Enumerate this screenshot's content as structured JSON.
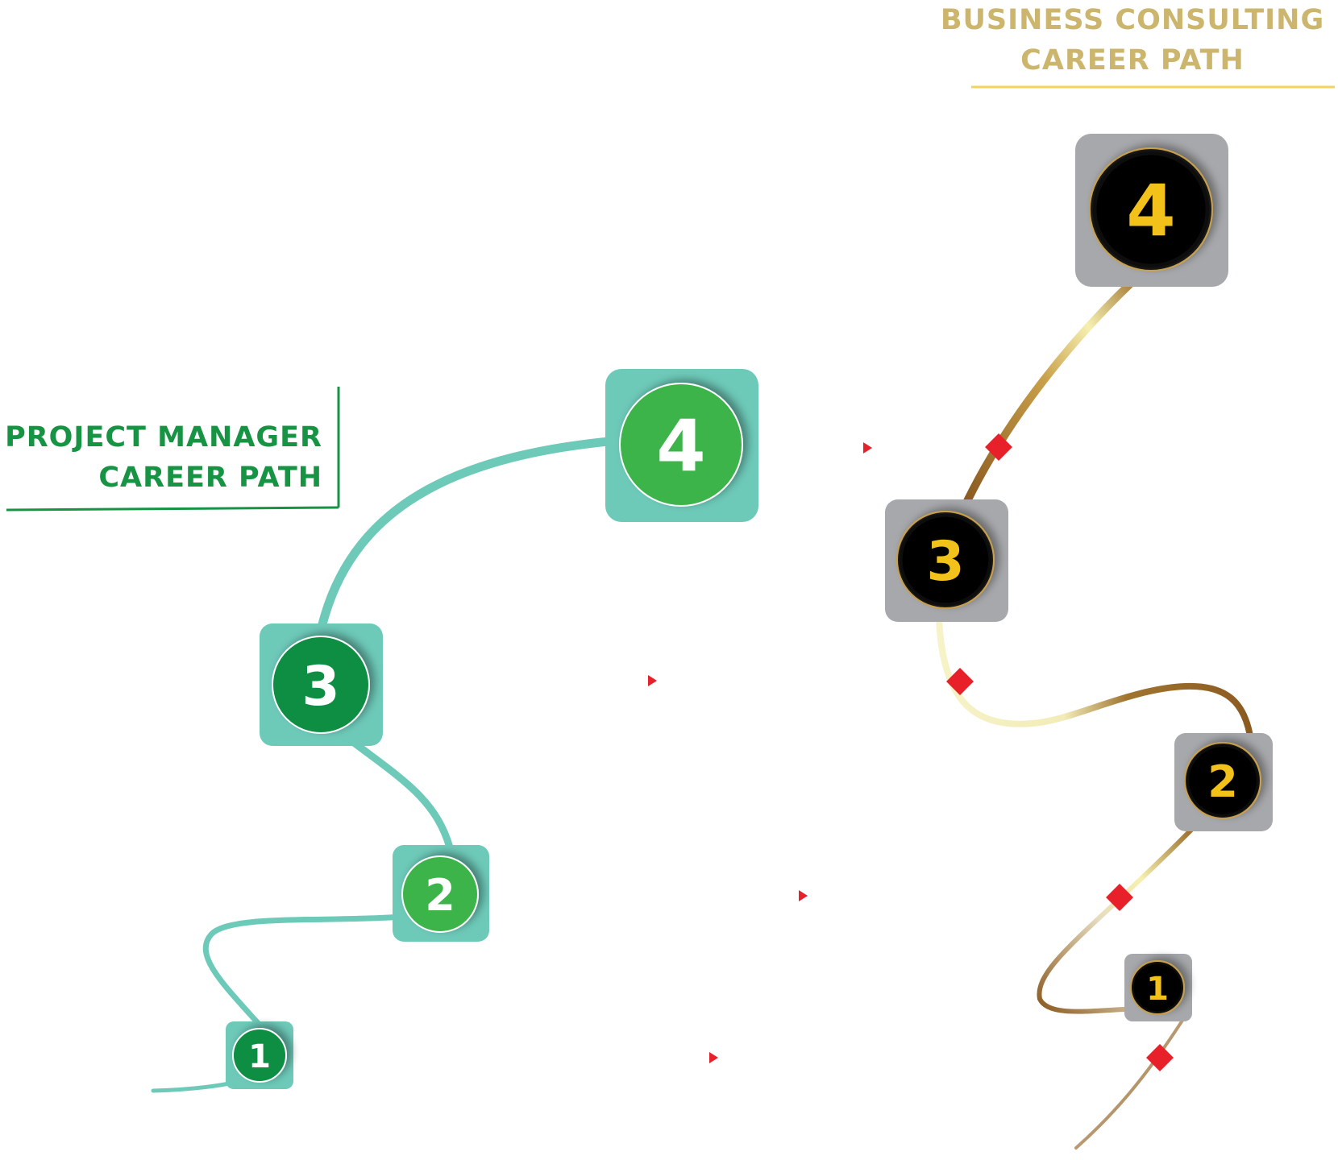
{
  "colors": {
    "pm_green_text": "#169444",
    "pm_teal": "#6DC9B8",
    "pm_green_dark": "#0F8E43",
    "pm_green_light": "#3CB44A",
    "bc_gold_text": "#CCB56C",
    "bc_gold_line": "#F2D45C",
    "bc_grey": "#A7A8AB",
    "bc_black": "#050505",
    "bc_number": "#F2C21B",
    "bc_brown": "#8B5A20",
    "marker_red": "#E8202A"
  },
  "project_manager": {
    "title_line1": "PROJECT MANAGER",
    "title_line2": "CAREER PATH",
    "steps": [
      {
        "number": "1"
      },
      {
        "number": "2"
      },
      {
        "number": "3"
      },
      {
        "number": "4"
      }
    ]
  },
  "business_consulting": {
    "title_line1": "BUSINESS CONSULTING",
    "title_line2": "CAREER PATH",
    "steps": [
      {
        "number": "1"
      },
      {
        "number": "2"
      },
      {
        "number": "3"
      },
      {
        "number": "4"
      }
    ]
  }
}
